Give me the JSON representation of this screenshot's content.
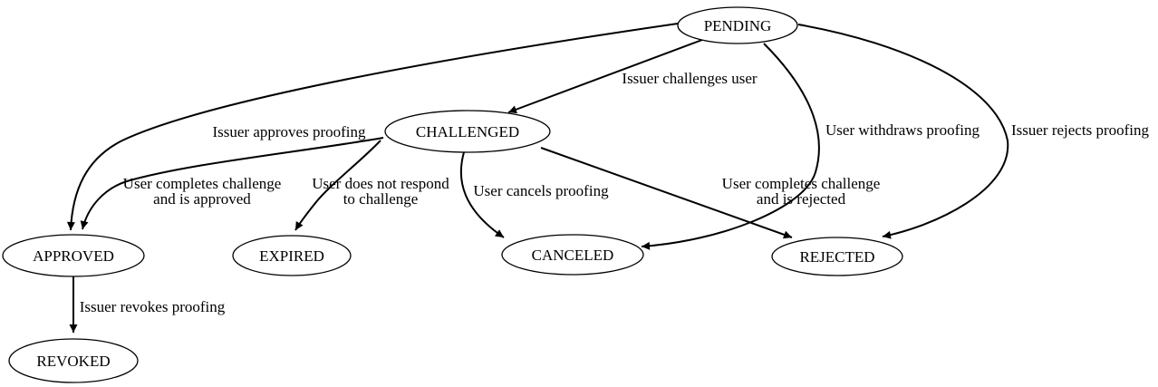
{
  "diagram": {
    "type": "state-machine-graph",
    "colors": {
      "background": "#ffffff",
      "node_fill": "#ffffff",
      "stroke": "#000000",
      "text": "#000000"
    },
    "nodes": [
      {
        "id": "pending",
        "label": "PENDING"
      },
      {
        "id": "challenged",
        "label": "CHALLENGED"
      },
      {
        "id": "approved",
        "label": "APPROVED"
      },
      {
        "id": "expired",
        "label": "EXPIRED"
      },
      {
        "id": "canceled",
        "label": "CANCELED"
      },
      {
        "id": "rejected",
        "label": "REJECTED"
      },
      {
        "id": "revoked",
        "label": "REVOKED"
      }
    ],
    "edges": [
      {
        "from": "PENDING",
        "to": "CHALLENGED",
        "label": "Issuer challenges user",
        "label_lines": [
          "Issuer challenges user"
        ]
      },
      {
        "from": "PENDING",
        "to": "APPROVED",
        "label": "Issuer approves proofing",
        "label_lines": [
          "Issuer approves proofing"
        ]
      },
      {
        "from": "PENDING",
        "to": "CANCELED",
        "label": "User withdraws proofing",
        "label_lines": [
          "User withdraws proofing"
        ]
      },
      {
        "from": "PENDING",
        "to": "REJECTED",
        "label": "Issuer rejects proofing",
        "label_lines": [
          "Issuer rejects proofing"
        ]
      },
      {
        "from": "CHALLENGED",
        "to": "APPROVED",
        "label": "User completes challenge and is approved",
        "label_lines": [
          "User completes challenge",
          "and is approved"
        ]
      },
      {
        "from": "CHALLENGED",
        "to": "EXPIRED",
        "label": "User does not respond to challenge",
        "label_lines": [
          "User does not respond",
          "to challenge"
        ]
      },
      {
        "from": "CHALLENGED",
        "to": "CANCELED",
        "label": "User cancels proofing",
        "label_lines": [
          "User cancels proofing"
        ]
      },
      {
        "from": "CHALLENGED",
        "to": "REJECTED",
        "label": "User completes challenge and is rejected",
        "label_lines": [
          "User completes challenge",
          "and is rejected"
        ]
      },
      {
        "from": "APPROVED",
        "to": "REVOKED",
        "label": "Issuer revokes proofing",
        "label_lines": [
          "Issuer revokes proofing"
        ]
      }
    ]
  }
}
